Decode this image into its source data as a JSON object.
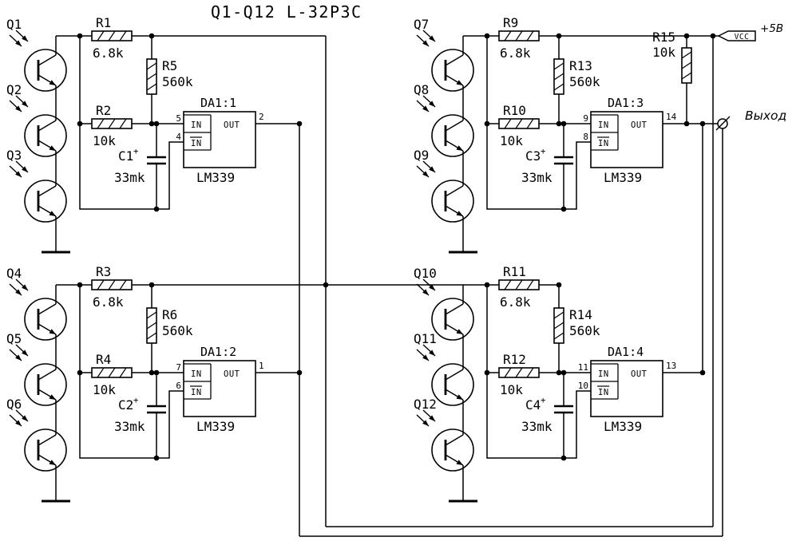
{
  "title": "Q1-Q12 L-32P3C",
  "power": {
    "vcc_flag_label": "VCC",
    "vcc_value": "+5В",
    "output_label": "Выход"
  },
  "pullup_resistor": {
    "ref": "R15",
    "value": "10k"
  },
  "quadrants": [
    {
      "transistors": [
        "Q1",
        "Q2",
        "Q3"
      ],
      "load_resistor": {
        "ref": "R1",
        "value": "6.8k"
      },
      "series_resistor": {
        "ref": "R2",
        "value": "10k"
      },
      "feedback_resistor": {
        "ref": "R5",
        "value": "560k"
      },
      "capacitor": {
        "ref": "C1",
        "value": "33mk",
        "polarity": "+"
      },
      "comparator": {
        "ref": "DA1:1",
        "part": "LM339",
        "input_top_label": "IN",
        "input_bottom_label": "IN",
        "output_port_label": "OUT",
        "pin_input_top": "5",
        "pin_input_bottom": "4",
        "pin_output": "2"
      }
    },
    {
      "transistors": [
        "Q4",
        "Q5",
        "Q6"
      ],
      "load_resistor": {
        "ref": "R3",
        "value": "6.8k"
      },
      "series_resistor": {
        "ref": "R4",
        "value": "10k"
      },
      "feedback_resistor": {
        "ref": "R6",
        "value": "560k"
      },
      "capacitor": {
        "ref": "C2",
        "value": "33mk",
        "polarity": "+"
      },
      "comparator": {
        "ref": "DA1:2",
        "part": "LM339",
        "input_top_label": "IN",
        "input_bottom_label": "IN",
        "output_port_label": "OUT",
        "pin_input_top": "7",
        "pin_input_bottom": "6",
        "pin_output": "1"
      }
    },
    {
      "transistors": [
        "Q7",
        "Q8",
        "Q9"
      ],
      "load_resistor": {
        "ref": "R9",
        "value": "6.8k"
      },
      "series_resistor": {
        "ref": "R10",
        "value": "10k"
      },
      "feedback_resistor": {
        "ref": "R13",
        "value": "560k"
      },
      "capacitor": {
        "ref": "C3",
        "value": "33mk",
        "polarity": "+"
      },
      "comparator": {
        "ref": "DA1:3",
        "part": "LM339",
        "input_top_label": "IN",
        "input_bottom_label": "IN",
        "output_port_label": "OUT",
        "pin_input_top": "9",
        "pin_input_bottom": "8",
        "pin_output": "14"
      }
    },
    {
      "transistors": [
        "Q10",
        "Q11",
        "Q12"
      ],
      "load_resistor": {
        "ref": "R11",
        "value": "6.8k"
      },
      "series_resistor": {
        "ref": "R12",
        "value": "10k"
      },
      "feedback_resistor": {
        "ref": "R14",
        "value": "560k"
      },
      "capacitor": {
        "ref": "C4",
        "value": "33mk",
        "polarity": "+"
      },
      "comparator": {
        "ref": "DA1:4",
        "part": "LM339",
        "input_top_label": "IN",
        "input_bottom_label": "IN",
        "output_port_label": "OUT",
        "pin_input_top": "11",
        "pin_input_bottom": "10",
        "pin_output": "13"
      }
    }
  ]
}
